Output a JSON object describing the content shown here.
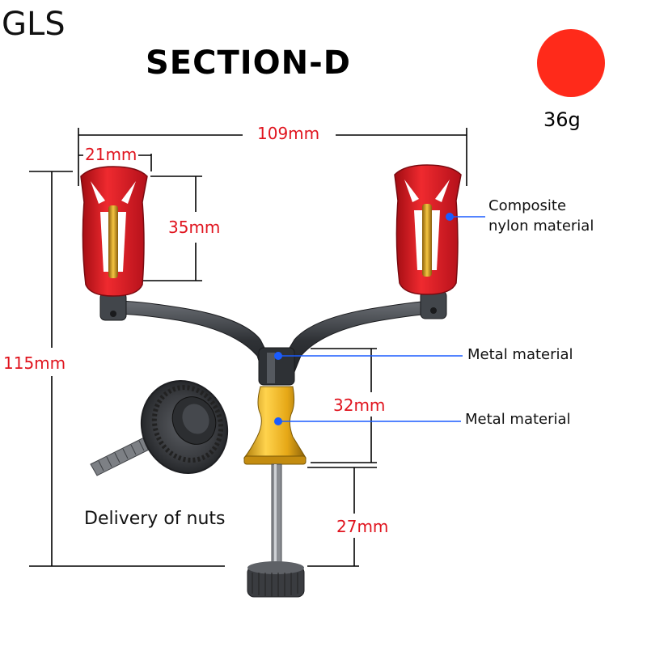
{
  "brand": "GLS",
  "title": "SECTION-D",
  "weight": {
    "label": "36g",
    "dot_color": "#ff2a1a"
  },
  "dimensions": {
    "width_total": "109mm",
    "knob_width": "21mm",
    "knob_height": "35mm",
    "total_height": "115mm",
    "collar_height": "32mm",
    "shaft_length": "27mm"
  },
  "callouts": {
    "composite_line1": "Composite",
    "composite_line2": "nylon material",
    "metal_upper": "Metal material",
    "metal_lower": "Metal material"
  },
  "accessory_caption": "Delivery of nuts",
  "colors": {
    "dimension_text": "#e0141e",
    "callout_dot": "#1a5cff",
    "knob_red": "#d8141c",
    "collar_gold": "#e6a817",
    "arm_metal": "#3a3d42"
  }
}
